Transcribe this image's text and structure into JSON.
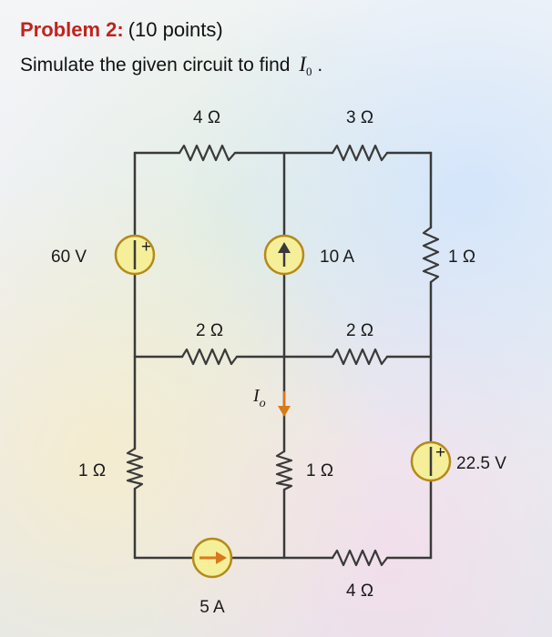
{
  "header": {
    "problem_label": "Problem 2:",
    "problem_points": "(10 points)",
    "instruction": "Simulate the given circuit to find",
    "target_variable": "I",
    "target_subscript": "0",
    "instruction_end": "."
  },
  "circuit": {
    "r_top_left": "4 Ω",
    "r_top_right": "3 Ω",
    "v_source_left": "60 V",
    "i_source_mid": "10 A",
    "r_right_upper": "1 Ω",
    "r_mid_left": "2 Ω",
    "r_mid_right": "2 Ω",
    "current_label": "I",
    "current_subscript": "o",
    "r_left_lower": "1 Ω",
    "r_center_lower": "1 Ω",
    "v_source_right": "22.5 V",
    "i_source_bottom": "5 A",
    "r_bottom_right": "4 Ω",
    "plus_sign": "+"
  },
  "colors": {
    "wire": "#3a3a3a",
    "source_fill": "#f6ef9a",
    "source_stroke": "#b58a1a",
    "current_arrow": "#d9791a",
    "title_red": "#c0241e"
  }
}
